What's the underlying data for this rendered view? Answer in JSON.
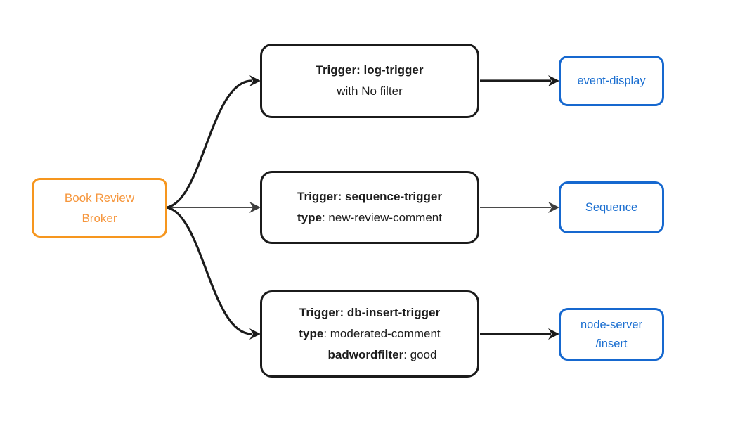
{
  "colors": {
    "broker_accent": "#F6961E",
    "target_accent": "#1668CF",
    "edge_dark": "#1B1B1B",
    "edge_gray": "#4A4A4A"
  },
  "broker": {
    "lines": [
      "Book Review",
      "Broker"
    ]
  },
  "rows": [
    {
      "trigger": {
        "lines": [
          {
            "bold": "Trigger: log-trigger",
            "rest": ""
          },
          {
            "bold": "",
            "rest": "with No filter"
          }
        ]
      },
      "target": {
        "lines": [
          "event-display",
          ""
        ]
      }
    },
    {
      "trigger": {
        "lines": [
          {
            "bold": "Trigger: sequence-trigger",
            "rest": ""
          },
          {
            "bold": "type",
            "rest": ": new-review-comment"
          }
        ]
      },
      "target": {
        "lines": [
          "Sequence",
          ""
        ]
      }
    },
    {
      "trigger": {
        "lines": [
          {
            "bold": "Trigger: db-insert-trigger",
            "rest": ""
          },
          {
            "bold": "type",
            "rest": ": moderated-comment"
          },
          {
            "bold": "badwordfilter",
            "rest": ": good"
          }
        ]
      },
      "target": {
        "lines": [
          "node-server",
          "/insert"
        ]
      }
    }
  ]
}
